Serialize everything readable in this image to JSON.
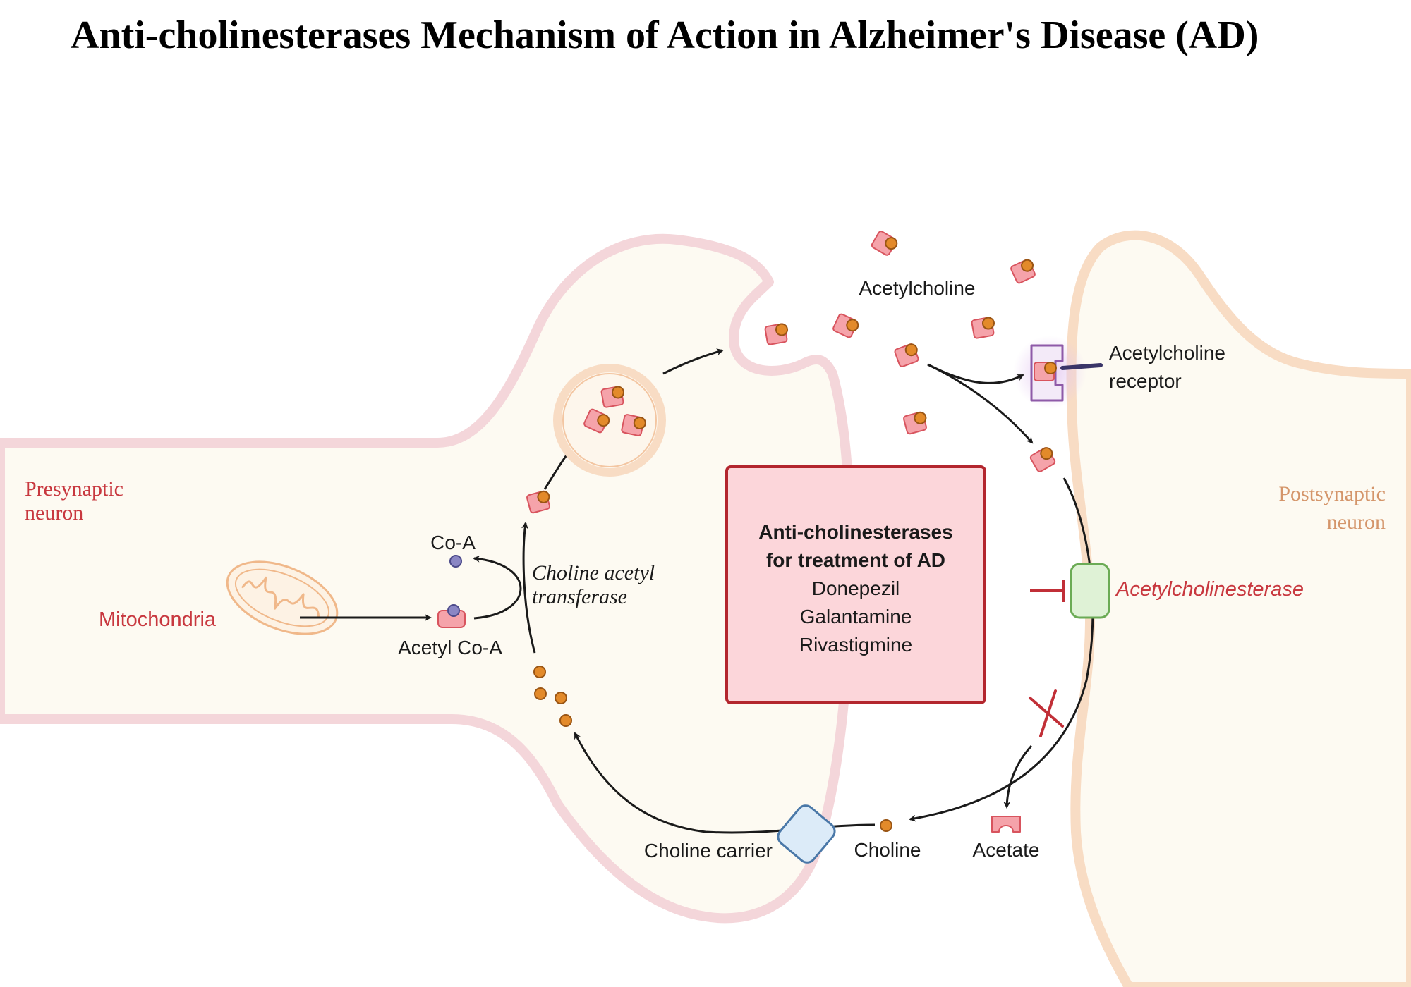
{
  "title": "Anti-cholinesterases Mechanism of Action in Alzheimer's Disease (AD)",
  "labels": {
    "presynaptic_line1": "Presynaptic",
    "presynaptic_line2": "neuron",
    "postsynaptic_line1": "Postsynaptic",
    "postsynaptic_line2": "neuron",
    "mitochondria": "Mitochondria",
    "co_a": "Co-A",
    "acetyl_co_a": "Acetyl Co-A",
    "cat_line1": "Choline acetyl",
    "cat_line2": "transferase",
    "acetylcholine": "Acetylcholine",
    "receptor_line1": "Acetylcholine",
    "receptor_line2": "receptor",
    "acetylcholinesterase": "Acetylcholinesterase",
    "choline_carrier": "Choline carrier",
    "choline": "Choline",
    "acetate": "Acetate"
  },
  "drug_box": {
    "heading_line1": "Anti-cholinesterases",
    "heading_line2": "for treatment of AD",
    "drugs": [
      "Donepezil",
      "Galantamine",
      "Rivastigmine"
    ]
  },
  "colors": {
    "membrane": "#f4d6da",
    "cytoplasm": "#fdfaf2",
    "post_membrane": "#f8dcc4",
    "label_red": "#c8383f",
    "label_tan": "#d4956a",
    "ach_body": "#f5a3aa",
    "ach_outline": "#d8545e",
    "choline_dot": "#e38a2a",
    "coa_dot": "#8a86c4",
    "enzyme_fill": "#dff2d6",
    "enzyme_stroke": "#6bab55",
    "carrier_fill": "#dcebf8",
    "carrier_stroke": "#4a78a8",
    "box_fill": "#fcd6da",
    "box_stroke": "#b3262e",
    "arrow": "#1a1a1a"
  }
}
